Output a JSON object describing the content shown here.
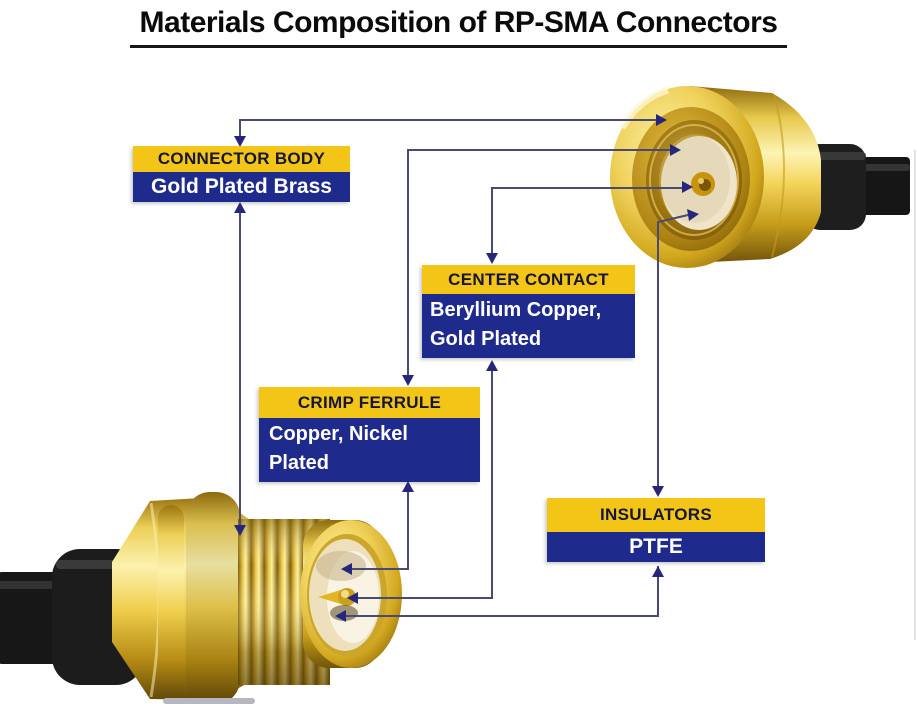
{
  "title": {
    "text": "Materials Composition of RP-SMA Connectors"
  },
  "callouts": [
    {
      "id": "connector-body",
      "heading": "CONNECTOR BODY",
      "lines": [
        "Gold Plated Brass"
      ]
    },
    {
      "id": "center-contact",
      "heading": "CENTER CONTACT",
      "lines": [
        "Beryllium Copper,",
        "Gold Plated"
      ]
    },
    {
      "id": "crimp-ferrule",
      "heading": "CRIMP FERRULE",
      "lines": [
        "Copper, Nickel",
        "Plated"
      ]
    },
    {
      "id": "insulators",
      "heading": "INSULATORS",
      "lines": [
        "PTFE"
      ]
    }
  ],
  "connectors": [
    {
      "name": "rp-sma-male-connector-with-cable",
      "position": "top-right"
    },
    {
      "name": "rp-sma-female-bulkhead-connector-with-cable",
      "position": "bottom-left"
    }
  ],
  "colors": {
    "label_yellow": "#F3C516",
    "label_navy": "#1F2B8C",
    "heading_text": "#15153D",
    "material_text": "#FFFFFF",
    "callout_line": "#4A4A72",
    "arrowhead": "#26267C",
    "gold": "#E8C435",
    "cable_black": "#1B1B1B",
    "insulator_cream": "#F1E5C9",
    "title_text": "#0B0B0B",
    "background": "#FFFFFF"
  }
}
